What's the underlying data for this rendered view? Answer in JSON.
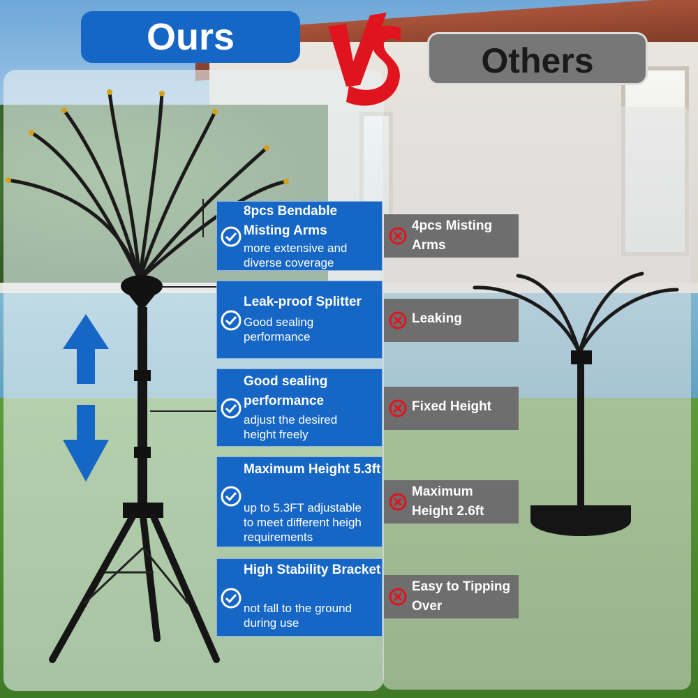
{
  "header": {
    "ours_label": "Ours",
    "vs_label": "VS",
    "others_label": "Others"
  },
  "colors": {
    "ours_blue": "#1666c5",
    "others_gray": "#6e6e6e",
    "vs_red": "#e0141e",
    "check_icon_color": "#ffffff",
    "x_icon_color": "#e0141e"
  },
  "ours_features": [
    {
      "icon": "check-circle-icon",
      "title": "8pcs Bendable Misting Arms",
      "description_lines": [
        "more extensive and",
        "diverse coverage"
      ]
    },
    {
      "icon": "check-circle-icon",
      "title": "Leak-proof Splitter",
      "description_lines": [
        "Good sealing",
        "performance"
      ]
    },
    {
      "icon": "check-circle-icon",
      "title": "Good sealing performance",
      "description_lines": [
        "adjust the desired",
        "height freely"
      ]
    },
    {
      "icon": "check-circle-icon",
      "title": "Maximum Height 5.3ft",
      "description_lines": [
        "up to 5.3FT adjustable",
        "to meet different heigh",
        "requirements"
      ]
    },
    {
      "icon": "check-circle-icon",
      "title": "High Stability Bracket",
      "description_lines": [
        "not fall to the ground",
        "during use"
      ]
    }
  ],
  "others_cons": [
    {
      "icon": "x-circle-icon",
      "label": "4pcs Misting Arms"
    },
    {
      "icon": "x-circle-icon",
      "label": "Leaking"
    },
    {
      "icon": "x-circle-icon",
      "label": "Fixed Height"
    },
    {
      "icon": "x-circle-icon",
      "label": "Maximum Height 2.6ft"
    },
    {
      "icon": "x-circle-icon",
      "label": "Easy to Tipping Over"
    }
  ]
}
